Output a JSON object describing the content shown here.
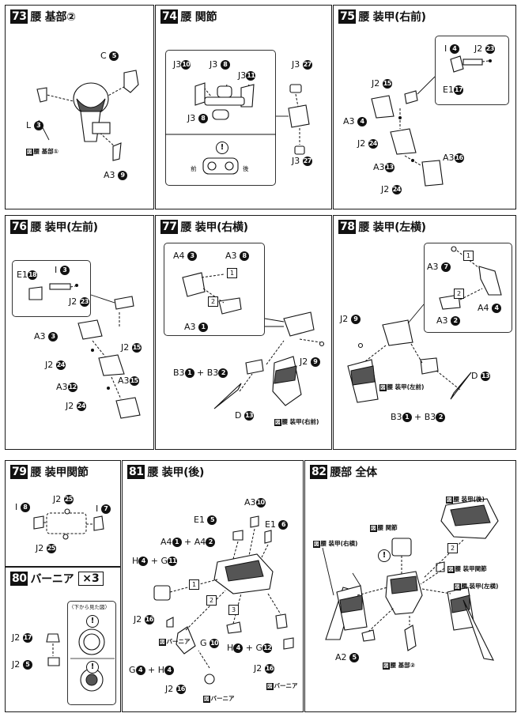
{
  "steps": {
    "s73": {
      "num": "73",
      "title": "腰 基部②",
      "labels": {
        "c": "C",
        "c_n": "5",
        "l": "L",
        "l_n": "3",
        "a3": "A3",
        "a3_n": "9"
      },
      "ref": "腰 基部①",
      "ref_key": "図"
    },
    "s74": {
      "num": "74",
      "title": "腰 関節",
      "labels": {
        "j3": "J3",
        "j3_10": "10",
        "j3_8": "8",
        "j3_11": "11",
        "j3_8b": "8",
        "j3_27": "27",
        "j3_27b": "27"
      },
      "front": "前",
      "back": "後",
      "warn": "!"
    },
    "s75": {
      "num": "75",
      "title": "腰 装甲(右前)",
      "labels": {
        "i": "I",
        "i_n": "4",
        "j2": "J2",
        "j2_23": "23",
        "e1": "E1",
        "e1_17": "17",
        "j2_15": "15",
        "a3": "A3",
        "a3_4": "4",
        "j2_24": "24",
        "a3_13": "13",
        "a3_16": "16",
        "j2_24b": "24"
      }
    },
    "s76": {
      "num": "76",
      "title": "腰 装甲(左前)",
      "labels": {
        "e1": "E1",
        "e1_18": "18",
        "i": "I",
        "i_3": "3",
        "j2": "J2",
        "j2_23": "23",
        "a3": "A3",
        "a3_3": "3",
        "j2_15": "15",
        "j2_24": "24",
        "a3_12": "12",
        "a3_15": "15",
        "j2_24b": "24"
      }
    },
    "s77": {
      "num": "77",
      "title": "腰 装甲(右横)",
      "labels": {
        "a4": "A4",
        "a4_3": "3",
        "a3": "A3",
        "a3_8": "8",
        "a3_1": "1",
        "j2": "J2",
        "j2_9": "9",
        "b3": "B3",
        "b3_1": "1",
        "plus": "+",
        "b3_2": "2",
        "d": "D",
        "d_13": "13",
        "step1": "1",
        "step2": "2"
      },
      "ref": "腰 装甲(右前)",
      "ref_key": "図"
    },
    "s78": {
      "num": "78",
      "title": "腰 装甲(左横)",
      "labels": {
        "a3": "A3",
        "a3_7": "7",
        "a3_2": "2",
        "a4": "A4",
        "a4_4": "4",
        "j2": "J2",
        "j2_9": "9",
        "d": "D",
        "d_13": "13",
        "b3": "B3",
        "b3_1": "1",
        "plus": "+",
        "b3_2": "2",
        "step1": "1",
        "step2": "2"
      },
      "ref": "腰 装甲(左前)",
      "ref_key": "図"
    },
    "s79": {
      "num": "79",
      "title": "腰 装甲関節",
      "labels": {
        "i": "I",
        "i_8": "8",
        "j2": "J2",
        "j2_25": "25",
        "i_7": "7",
        "j2_25b": "25"
      }
    },
    "s80": {
      "num": "80",
      "title": "バーニア",
      "mult": "×3",
      "labels": {
        "j2": "J2",
        "j2_17": "17",
        "j2_5": "5"
      },
      "inset_caption": "〈下から見た図〉",
      "warn": "!"
    },
    "s81": {
      "num": "81",
      "title": "腰 装甲(後)",
      "labels": {
        "a3": "A3",
        "a3_10": "10",
        "e1": "E1",
        "e1_5": "5",
        "e1_6": "6",
        "a4": "A4",
        "a4_1": "1",
        "plus": "+",
        "a4_2": "2",
        "h": "H",
        "h_4": "4",
        "g": "G",
        "g_11": "11",
        "j2": "J2",
        "j2_16": "16",
        "g_10": "10",
        "h_4b": "4",
        "g_12": "12",
        "j2_16b": "16",
        "g_4": "4",
        "h_4c": "4",
        "j2_16c": "16",
        "step1": "1",
        "step2": "2",
        "step3": "3"
      },
      "ref_vernier": "バーニア",
      "ref_key": "図"
    },
    "s82": {
      "num": "82",
      "title": "腰部 全体",
      "refs": {
        "rear": "腰 装甲(後)",
        "joint": "腰 関節",
        "right_side": "腰 装甲(右横)",
        "armor_joint": "腰 装甲関節",
        "left_side": "腰 装甲(左横)",
        "base": "腰 基部②"
      },
      "ref_key": "図",
      "labels": {
        "a2": "A2",
        "a2_5": "5",
        "step2": "2"
      },
      "warn": "!"
    }
  }
}
